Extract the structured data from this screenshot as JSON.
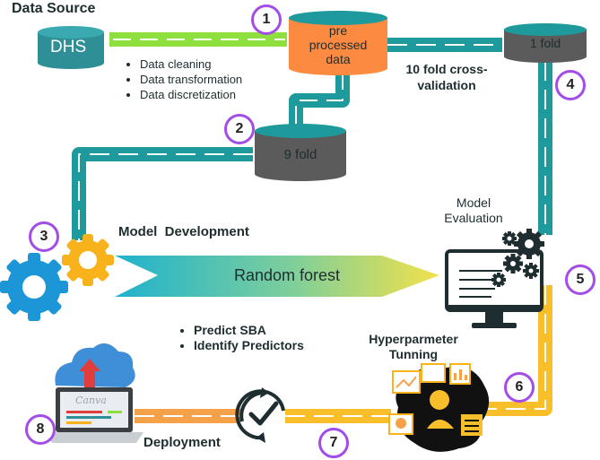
{
  "data_source": {
    "title": "Data Source",
    "db_label": "DHS"
  },
  "preprocessing_steps": [
    "Data cleaning",
    "Data transformation",
    "Data discretization"
  ],
  "preprocessed": {
    "label_line1": "pre",
    "label_line2": "processed",
    "label_line3": "data"
  },
  "cross_validation": {
    "line1": "10 fold cross-",
    "line2": "validation"
  },
  "one_fold": "1 fold",
  "nine_fold": "9 fold",
  "model_development": "Model  Development",
  "random_forest": "Random forest",
  "model_evaluation": {
    "line1": "Model",
    "line2": "Evaluation"
  },
  "outputs": [
    "Predict SBA",
    "Identify Predictors"
  ],
  "hyperparameter": {
    "line1": "Hyperparmeter",
    "line2": "Tunning"
  },
  "deployment": "Deployment",
  "laptop_brand": "Canva",
  "steps": [
    "1",
    "2",
    "3",
    "4",
    "5",
    "6",
    "7",
    "8"
  ],
  "colors": {
    "badge": "#a24de8",
    "teal": "#1f9a9c",
    "green": "#8ee03e",
    "orange": "#f7a14b",
    "yellow": "#f9bf2a",
    "gear_blue": "#1c96d6",
    "gear_yellow": "#f7b21c",
    "preprocessed_cylinder": "#fd8a41",
    "cylinder_dark": "#5b5b5b",
    "dhs_cylinder": "#2f8f96"
  }
}
